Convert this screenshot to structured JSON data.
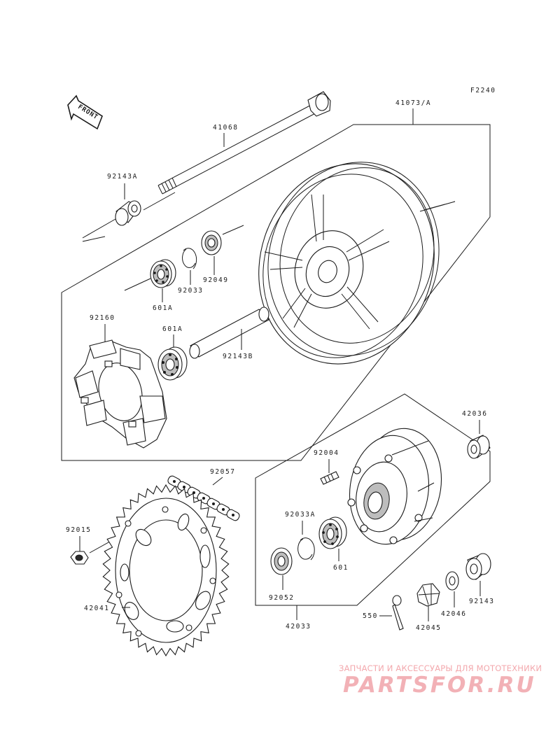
{
  "figure_code": "F2240",
  "front_badge": "FRONT",
  "parts": {
    "axle": "41068",
    "wheel": "41073/A",
    "collar_left": "92143A",
    "circlip_hub": "92033",
    "seal_hub": "92049",
    "bearing_upper": "601A",
    "bearing_lower": "601A",
    "damper": "92160",
    "spacer": "92143B",
    "sprocket_coupling_stud": "92004",
    "chain": "92057",
    "collar_right": "42036",
    "circlip_coupling": "92033A",
    "bearing_coupling": "601",
    "nut": "92015",
    "sprocket": "42041",
    "seal_coupling": "92052",
    "coupling": "42033",
    "cotter_pin": "550",
    "axle_nut": "42045",
    "washer": "42046",
    "collar_coupling": "92143"
  },
  "watermark": {
    "tagline": "ЗАПЧАСТИ И АКСЕССУАРЫ ДЛЯ МОТОТЕХНИКИ",
    "logo": "PARTSFOR.RU",
    "color": "#f2b1b6"
  }
}
